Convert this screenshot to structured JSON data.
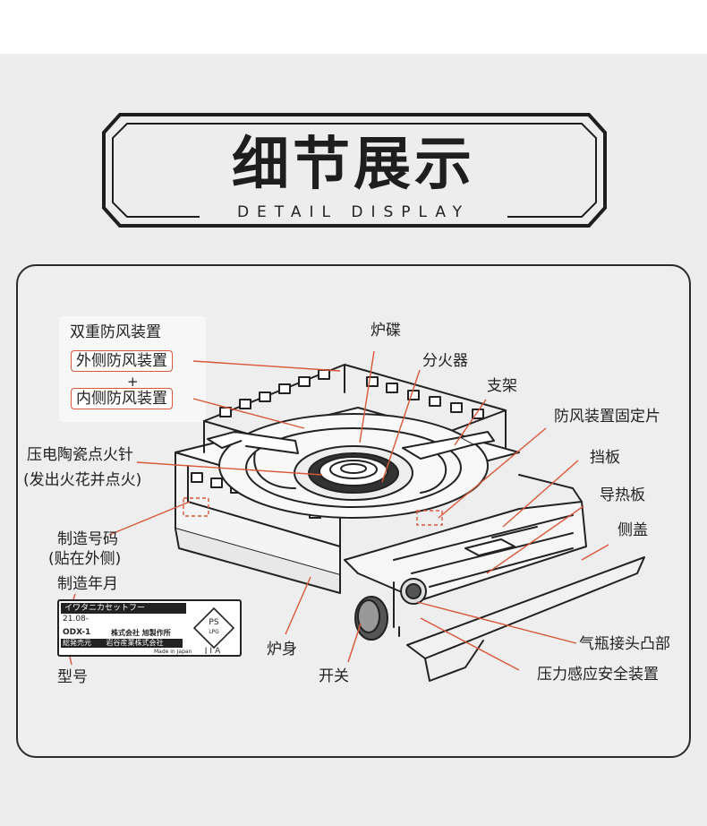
{
  "header": {
    "title": "细节展示",
    "subtitle": "DETAIL DISPLAY"
  },
  "wind_group": {
    "title": "双重防风装置",
    "outer": "外侧防风装置",
    "plus": "+",
    "inner": "内侧防风装置"
  },
  "labels": {
    "burner_plate": "炉碟",
    "burner_head": "分火器",
    "support": "支架",
    "windshield_clip": "防风装置固定片",
    "baffle": "挡板",
    "heat_plate": "导热板",
    "side_cover": "侧盖",
    "igniter_line1": "压电陶瓷点火针",
    "igniter_line2": "(发出火花并点火)",
    "serial_line1": "制造号码",
    "serial_line2": "(贴在外侧)",
    "manufacture_date": "制造年月",
    "model_number": "型号",
    "body": "炉身",
    "switch": "开关",
    "cylinder_bump": "气瓶接头凸部",
    "pressure_safety": "压力感应安全装置"
  },
  "plate": {
    "header": "イワタニカセットフー",
    "date": "21.08-",
    "model": "ODX-1",
    "maker": "株式会社  旭製作所",
    "bar_left": "総発売元",
    "bar_right": "岩谷産業株式会社",
    "footer": "Made in Japan",
    "mark_top": "PS",
    "mark_mid": "LPG",
    "mark_bottom": "JIA"
  },
  "colors": {
    "leader": "#d9573a",
    "ink": "#222222",
    "background": "#ededed"
  }
}
